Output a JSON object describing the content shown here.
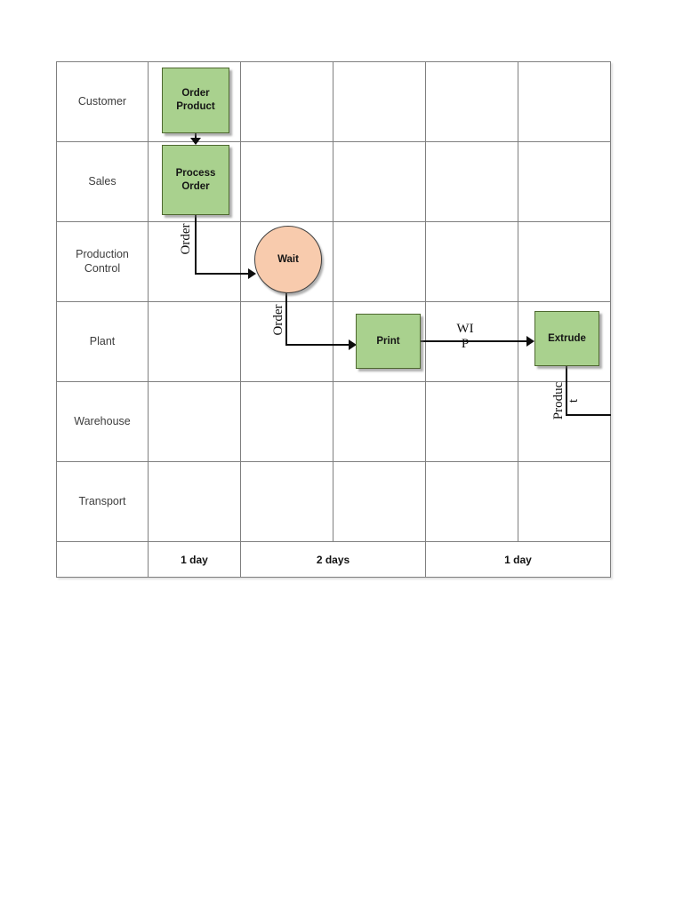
{
  "diagram": {
    "type": "cross-functional-flowchart",
    "lanes": [
      "Customer",
      "Sales",
      "Production Control",
      "Plant",
      "Warehouse",
      "Transport"
    ],
    "time_row": [
      {
        "label": "1 day",
        "span": 1
      },
      {
        "label": "2 days",
        "span": 2
      },
      {
        "label": "1 day",
        "span": 2
      }
    ],
    "nodes": {
      "order_product": {
        "label": "Order Product",
        "shape": "process",
        "lane": "Customer"
      },
      "process_order": {
        "label": "Process Order",
        "shape": "process",
        "lane": "Sales"
      },
      "wait": {
        "label": "Wait",
        "shape": "delay-circle",
        "lane": "Production Control"
      },
      "print": {
        "label": "Print",
        "shape": "process",
        "lane": "Plant"
      },
      "extrude": {
        "label": "Extrude",
        "shape": "process",
        "lane": "Plant"
      }
    },
    "edge_labels": {
      "sales_to_wait": "Order",
      "wait_to_print": "Order",
      "print_to_extrude": "WIP",
      "extrude_out": "Product"
    },
    "colors": {
      "process_fill": "#a9d18e",
      "process_border": "#4e682f",
      "delay_fill": "#f8cbad",
      "delay_border": "#404040",
      "grid_line": "#7f7f7f",
      "connector": "#0d0d0d",
      "page_background": "#ffffff"
    }
  }
}
